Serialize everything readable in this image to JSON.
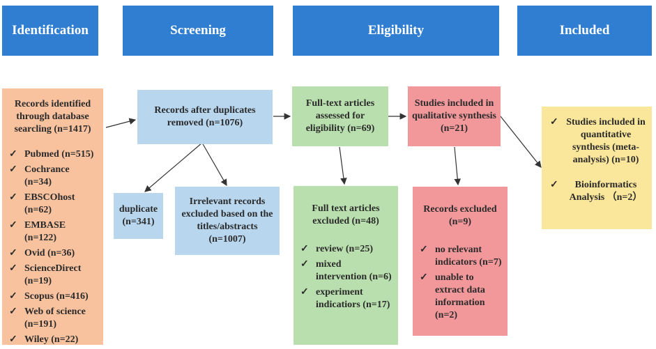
{
  "stages": [
    "Identification",
    "Screening",
    "Eligibility",
    "Included"
  ],
  "identification": {
    "title": "Records identified through database searcling (n=1417)",
    "databases": [
      "Pubmed (n=515)",
      "Cochrance (n=34)",
      "EBSCOhost (n=62)",
      "EMBASE (n=122)",
      "Ovid (n=36)",
      "ScienceDirect (n=19)",
      "Scopus (n=416)",
      "Web of science (n=191)",
      "Wiley (n=22)"
    ]
  },
  "screening": {
    "after_duplicates": "Records after duplicates removed (n=1076)",
    "duplicate": "duplicate (n=341)",
    "irrelevant": "Irrelevant records excluded based on the titles/abstracts (n=1007)"
  },
  "eligibility": {
    "assessed": "Full-text articles assessed for eligibility (n=69)",
    "excluded_title": "Full text articles excluded (n=48)",
    "reasons": [
      "review (n=25)",
      "mixed intervention (n=6)",
      "experiment indicatiors (n=17)"
    ]
  },
  "qualitative": {
    "title": "Studies included in qualitative synthesis (n=21)",
    "excluded_title": "Records excluded (n=9)",
    "reasons": [
      "no relevant indicators (n=7)",
      "unable to extract data information (n=2)"
    ]
  },
  "included": {
    "items": [
      "Studies included in quantitative synthesis (meta-analysis) (n=10)",
      "Bioinformatics Analysis （n=2）"
    ]
  },
  "check_mark": "✓",
  "colors": {
    "stage_header": "#2f7ed2",
    "identification": "#f8c29f",
    "screening": "#b8d6ee",
    "eligibility": "#b9dfae",
    "qualitative": "#f2989b",
    "included": "#fbe79b"
  }
}
